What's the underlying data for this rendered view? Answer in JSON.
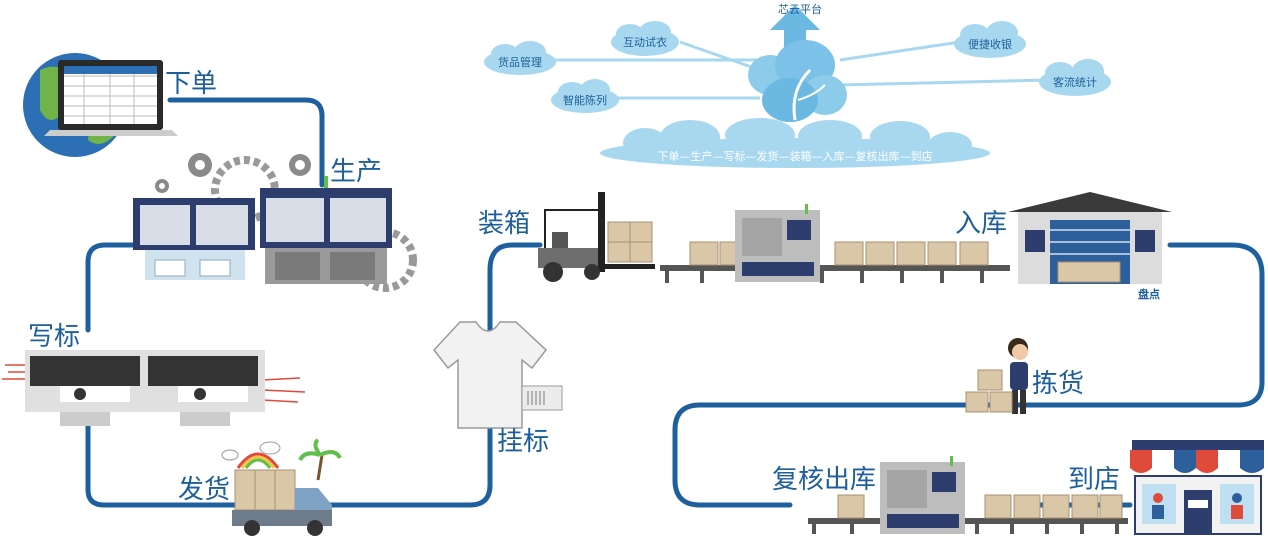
{
  "cloud": {
    "platform": "芯云平台",
    "modules": [
      "互动试衣",
      "货品管理",
      "智能陈列",
      "便捷收银",
      "客流统计"
    ],
    "process": "下单—生产—写标—发货—装箱—入库—复核出库—到店"
  },
  "steps": {
    "order": "下单",
    "produce": "生产",
    "label": "写标",
    "ship": "发货",
    "tag": "挂标",
    "pack": "装箱",
    "store_in": "入库",
    "inventory": "盘点",
    "pick": "拣货",
    "recheck": "复核出库",
    "arrive": "到店"
  },
  "colors": {
    "flow_line": "#1e5f9e",
    "cloud": "#a8d7f0",
    "accent": "#1d5f9c"
  }
}
